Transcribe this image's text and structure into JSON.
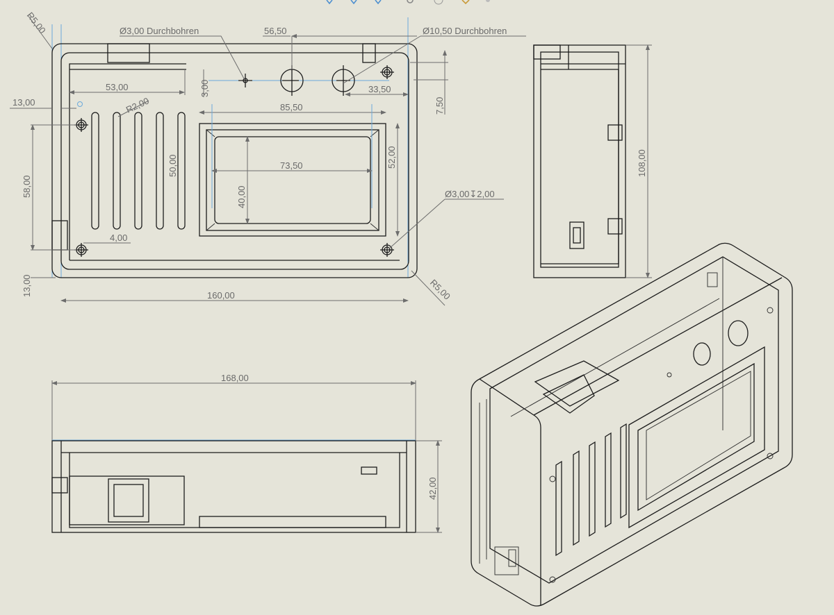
{
  "drawing": {
    "front_view": {
      "callouts": {
        "hole_small": "Ø3,00 Durchbohren",
        "hole_large": "Ø10,50 Durchbohren",
        "mount_hole": "Ø3,00↧2,00"
      },
      "dimensions": {
        "r_top_left": "R5,00",
        "r_bottom_right": "R5,00",
        "d_56_50": "56,50",
        "d_53_00": "53,00",
        "d_3_00": "3,00",
        "d_33_50": "33,50",
        "d_7_50": "7,50",
        "d_13_00_h": "13,00",
        "d_r2_00": "R2,00",
        "d_85_50": "85,50",
        "d_58_00": "58,00",
        "d_50_00": "50,00",
        "d_73_50": "73,50",
        "d_52_00": "52,00",
        "d_40_00": "40,00",
        "d_4_00": "4,00",
        "d_13_00_v": "13,00",
        "d_160_00": "160,00"
      }
    },
    "side_view": {
      "dimensions": {
        "d_108_00": "108,00"
      }
    },
    "bottom_view": {
      "dimensions": {
        "d_168_00": "168,00",
        "d_42_00": "42,00"
      }
    }
  },
  "colors": {
    "background": "#e5e4d9",
    "line": "#1c1c1c",
    "dimension": "#6d6d6d",
    "construction": "#6aa9dc"
  }
}
